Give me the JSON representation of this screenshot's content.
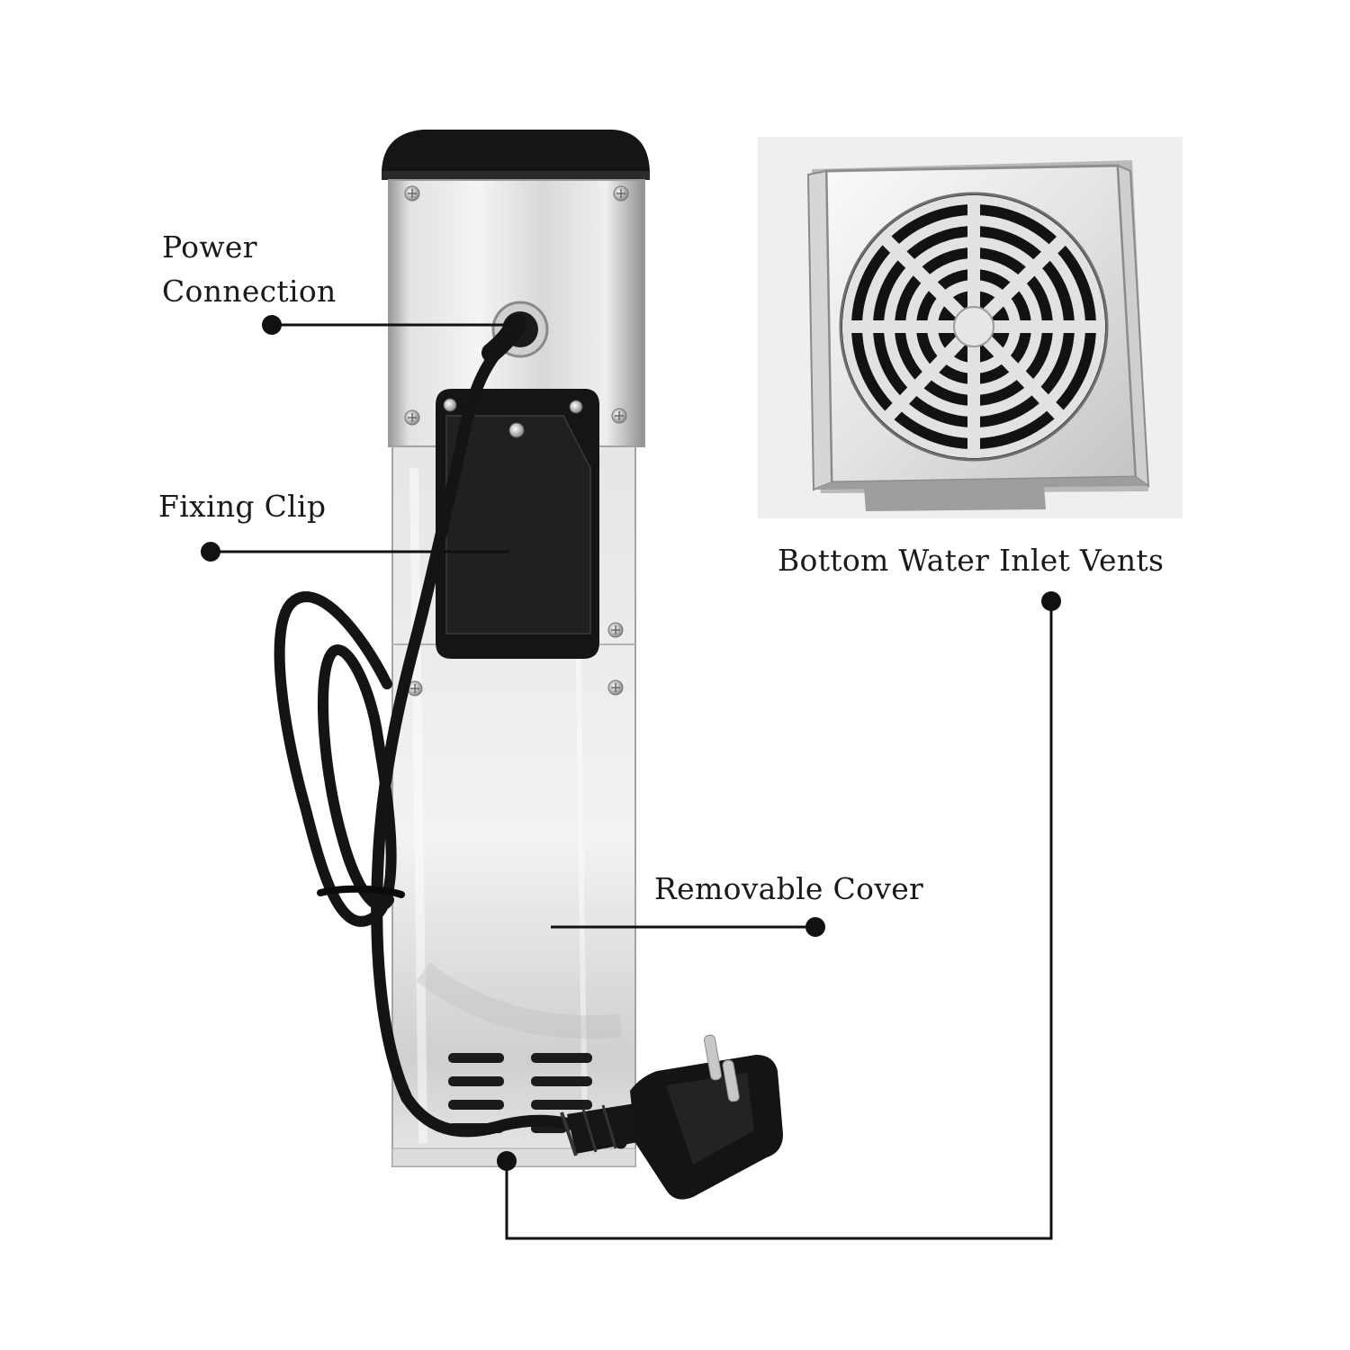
{
  "labels": {
    "power_connection_line1": "Power",
    "power_connection_line2": "Connection",
    "fixing_clip": "Fixing Clip",
    "bottom_vents": "Bottom Water Inlet Vents",
    "removable_cover": "Removable Cover"
  },
  "colors": {
    "steel_light": "#e9e9e9",
    "steel_mid": "#c7c7c7",
    "steel_dark": "#8c8c8c",
    "plastic_black": "#111111",
    "callout_line": "#111111"
  },
  "icons": {
    "callout_marker": "filled-dot"
  }
}
